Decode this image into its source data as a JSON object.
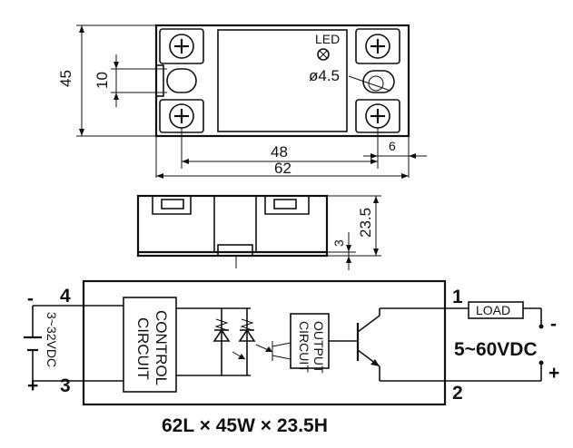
{
  "top_view": {
    "led_label": "LED",
    "hole_label": "ø4.5",
    "dim_height": "45",
    "dim_slot": "10",
    "dim_pitch": "48",
    "dim_width": "62",
    "dim_edge": "6"
  },
  "side_view": {
    "dim_height": "23.5",
    "dim_base": "3"
  },
  "schematic": {
    "control_label_1": "CONTROL",
    "control_label_2": "CIRCUIT",
    "output_label_1": "OUTPUT",
    "output_label_2": "CIRCUIT",
    "input_voltage": "3~32VDC",
    "load_label": "LOAD",
    "output_voltage": "5~60VDC",
    "pin_4": "4",
    "pin_3": "3",
    "pin_1": "1",
    "pin_2": "2",
    "input_minus": "-",
    "input_plus": "+",
    "output_minus": "-",
    "output_plus": "+"
  },
  "footer": {
    "dimensions": "62L × 45W × 23.5H"
  }
}
